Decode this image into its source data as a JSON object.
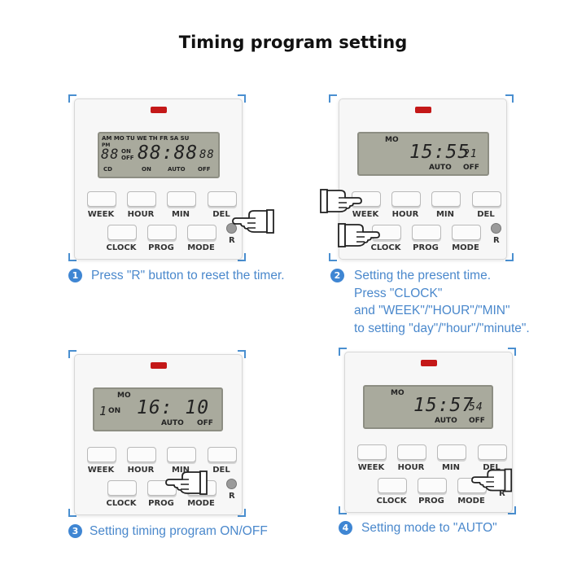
{
  "title": "Timing program setting",
  "buttons": {
    "week": "WEEK",
    "hour": "HOUR",
    "min": "MIN",
    "del": "DEL",
    "clock": "CLOCK",
    "prog": "PROG",
    "mode": "MODE",
    "reset": "R"
  },
  "panel1": {
    "lcd": {
      "indicators_top": "AM MO TU WE TH FR SA SU",
      "pm": "PM",
      "program_digits": "88",
      "on": "ON",
      "off": "OFF",
      "time": "88:88",
      "seconds": "88",
      "cd": "CD",
      "bottom_on": "ON",
      "bottom_auto": "AUTO",
      "bottom_off": "OFF"
    },
    "caption_number": "1",
    "caption": "Press \"R\" button to reset the timer."
  },
  "panel2": {
    "lcd": {
      "day": "MO",
      "time": "15:55",
      "seconds": "21",
      "auto": "AUTO",
      "off": "OFF"
    },
    "caption_number": "2",
    "caption_lines": [
      "Setting the present time.",
      "Press \"CLOCK\"",
      "and \"WEEK\"/\"HOUR\"/\"MIN\"",
      "to setting \"day\"/\"hour\"/\"minute\"."
    ]
  },
  "panel3": {
    "lcd": {
      "day": "MO",
      "program": "1",
      "on": "ON",
      "time": "16: 10",
      "auto": "AUTO",
      "off": "OFF"
    },
    "caption_number": "3",
    "caption": "Setting timing program ON/OFF"
  },
  "panel4": {
    "lcd": {
      "day": "MO",
      "time": "15:57",
      "seconds": "54",
      "auto": "AUTO",
      "off": "OFF"
    },
    "caption_number": "4",
    "caption": "Setting mode to \"AUTO\""
  },
  "colors": {
    "accent": "#3f86d3",
    "led": "#c41818",
    "lcd": "#a9aa9d"
  },
  "icons": [
    "pointing-hand-icon",
    "reset-button-icon",
    "indicator-led-icon"
  ]
}
